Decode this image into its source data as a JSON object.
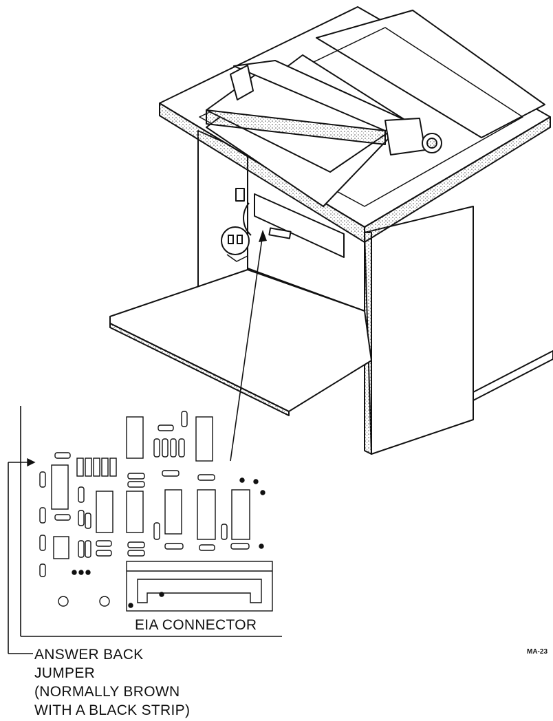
{
  "callouts": {
    "eia_connector": "EIA CONNECTOR",
    "answer_back_jumper": [
      "ANSWER BACK",
      "JUMPER",
      "(NORMALLY BROWN",
      "WITH A BLACK STRIP)"
    ]
  },
  "figure_number": "MA-23",
  "colors": {
    "ink": "#111111",
    "stipple": "#9a9a9a",
    "paper": "#ffffff"
  }
}
